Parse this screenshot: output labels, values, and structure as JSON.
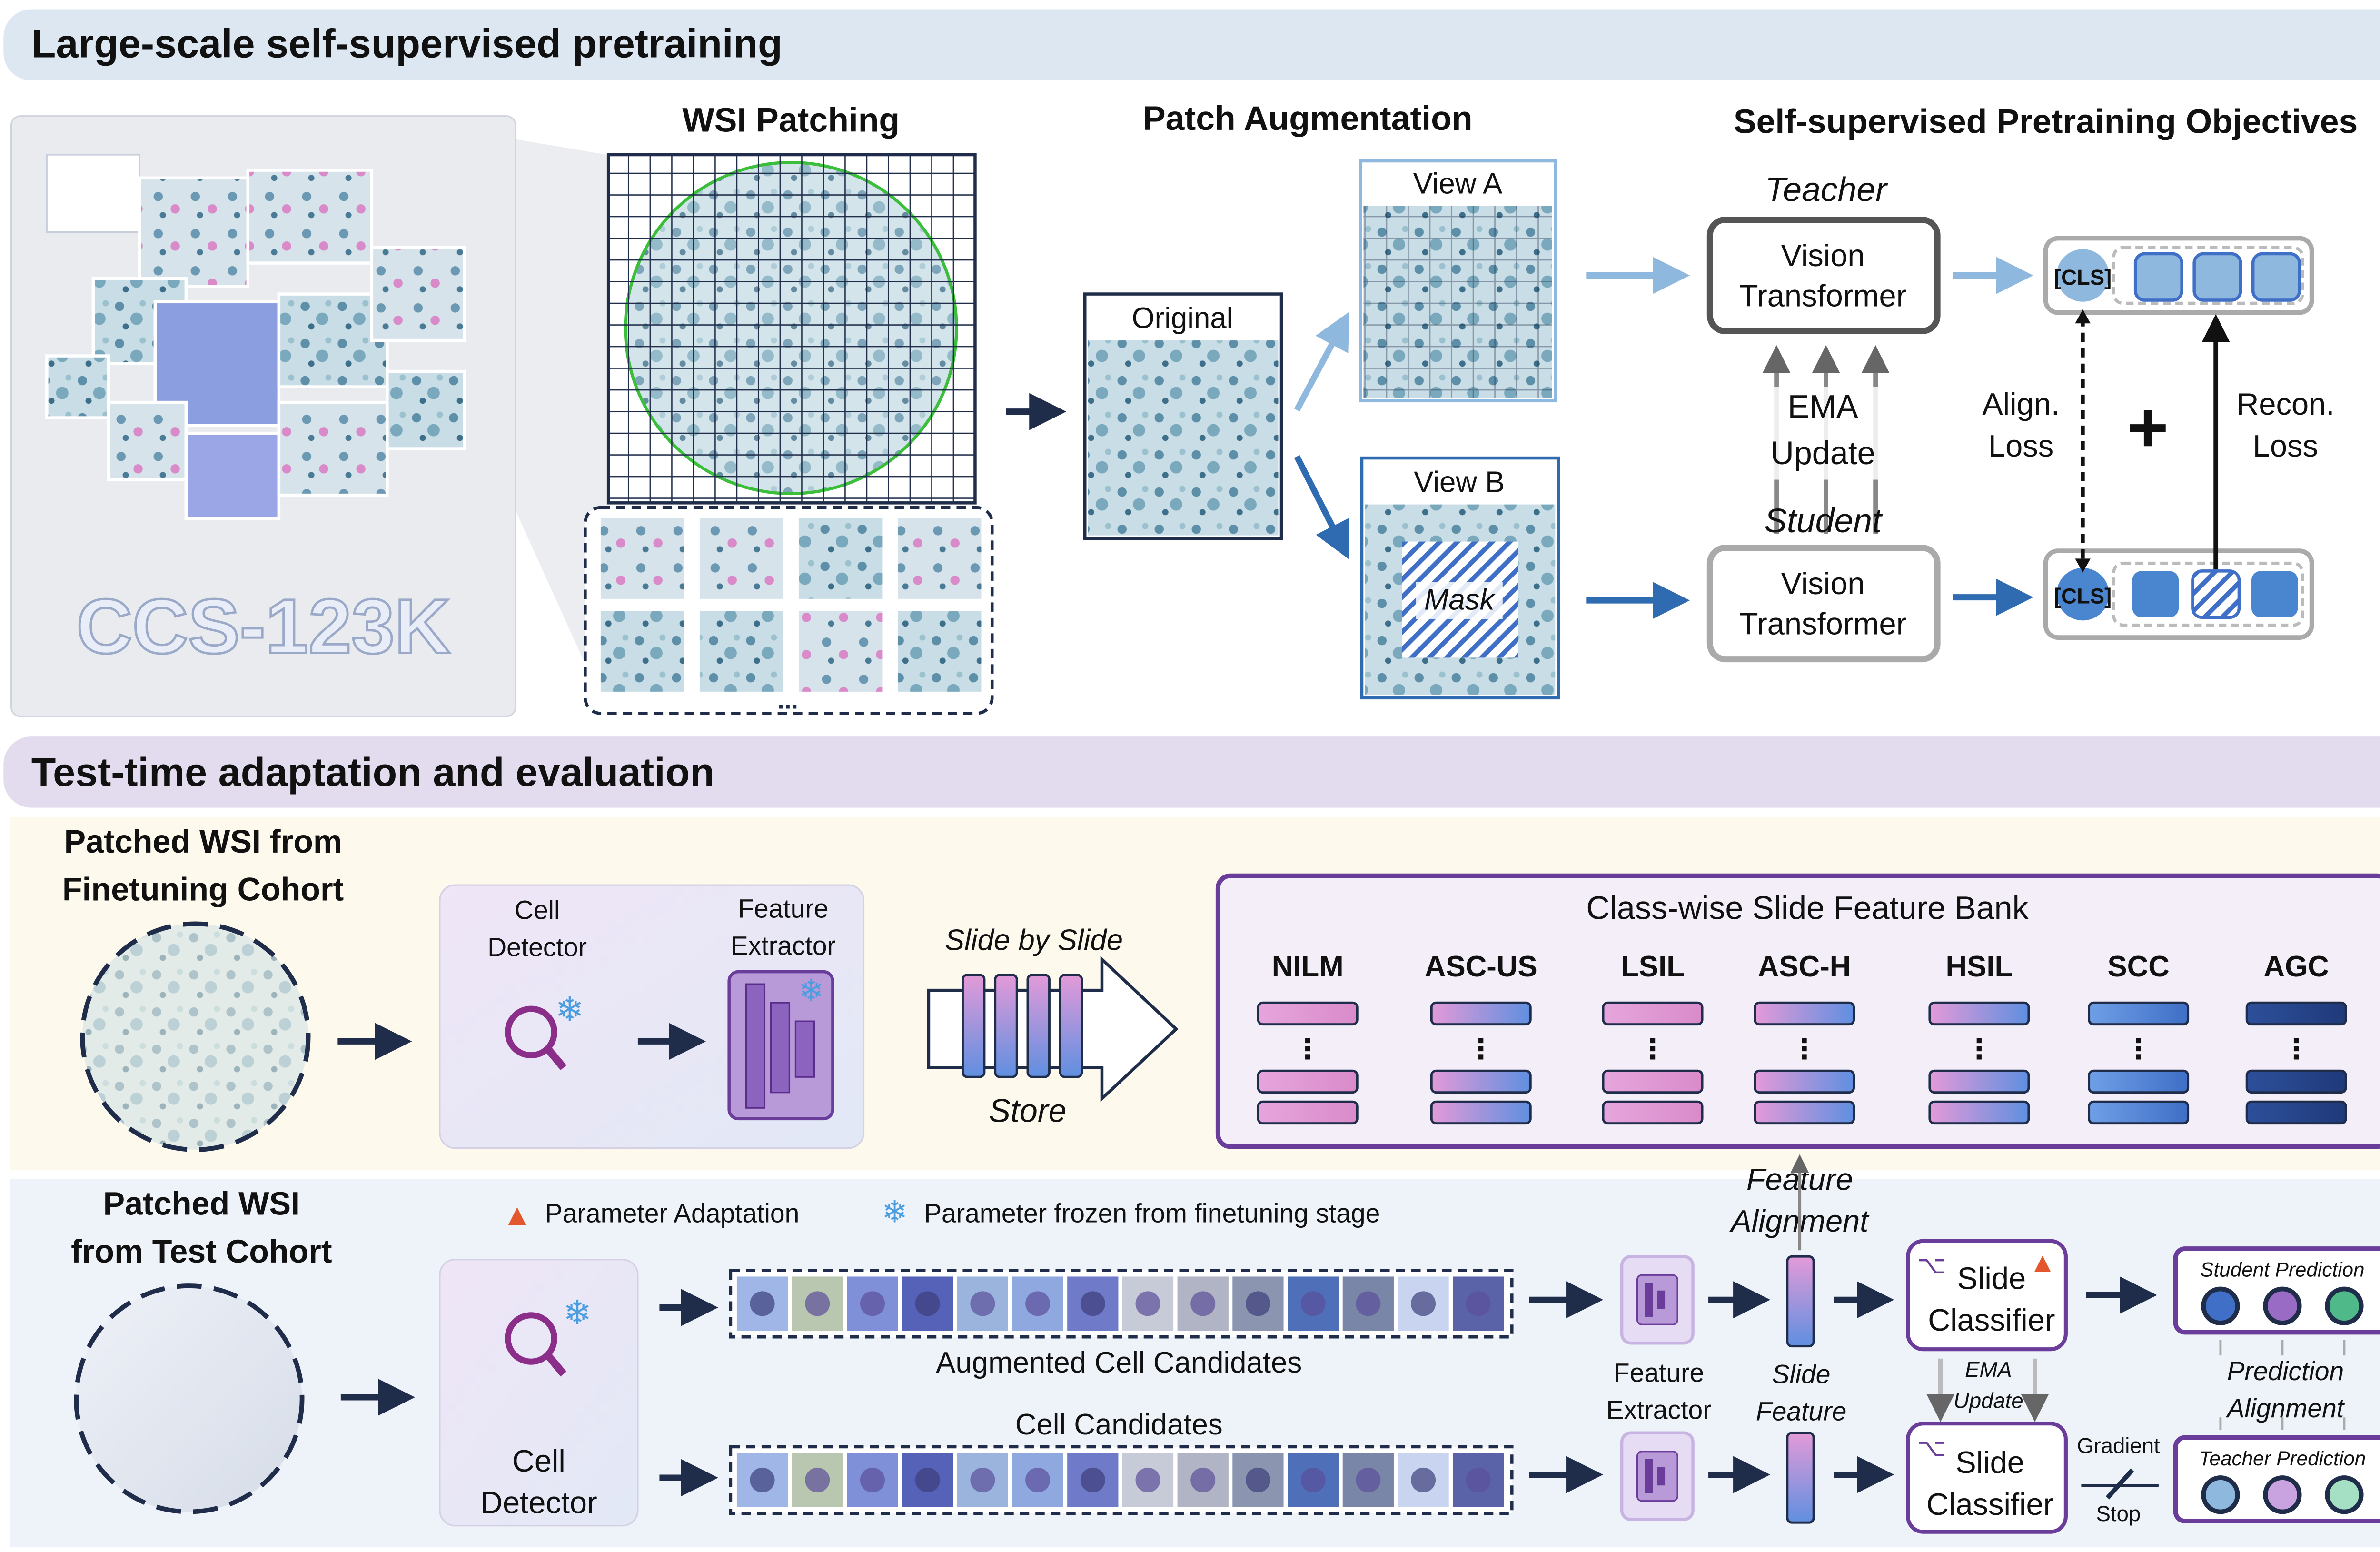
{
  "sections": {
    "pretraining_title": "Large-scale self-supervised pretraining",
    "tta_title": "Test-time adaptation and evaluation"
  },
  "dataset": {
    "name": "CCS-123K"
  },
  "stages": {
    "wsi_patching": "WSI Patching",
    "patch_augmentation": "Patch Augmentation",
    "objectives": "Self-supervised Pretraining Objectives"
  },
  "augmentation": {
    "original": "Original",
    "view_a": "View A",
    "view_b": "View B",
    "mask": "Mask",
    "more": "..."
  },
  "pretrain_model": {
    "teacher": "Teacher",
    "student": "Student",
    "vit_line1": "Vision",
    "vit_line2": "Transformer",
    "ema_line1": "EMA",
    "ema_line2": "Update",
    "cls": "[CLS]",
    "align_line1": "Align.",
    "align_line2": "Loss",
    "recon_line1": "Recon.",
    "recon_line2": "Loss",
    "plus": "+"
  },
  "finetune": {
    "cohort_line1": "Patched WSI from",
    "cohort_line2": "Finetuning Cohort",
    "cell_detector_line1": "Cell",
    "cell_detector_line2": "Detector",
    "feature_extractor_line1": "Feature",
    "feature_extractor_line2": "Extractor",
    "slide_by_slide": "Slide by Slide",
    "store": "Store"
  },
  "feature_bank": {
    "title": "Class-wise Slide Feature Bank",
    "classes": [
      "NILM",
      "ASC-US",
      "LSIL",
      "ASC-H",
      "HSIL",
      "SCC",
      "AGC"
    ],
    "dots": "⋮"
  },
  "test": {
    "cohort_line1": "Patched WSI",
    "cohort_line2": "from Test Cohort",
    "legend_adapt": "Parameter Adaptation",
    "legend_frozen": "Parameter frozen from finetuning stage",
    "cell_detector_line1": "Cell",
    "cell_detector_line2": "Detector",
    "augmented_candidates": "Augmented Cell Candidates",
    "cell_candidates": "Cell Candidates",
    "feature_extractor_line1": "Feature",
    "feature_extractor_line2": "Extractor",
    "slide_feature_line1": "Slide",
    "slide_feature_line2": "Feature",
    "feature_alignment_line1": "Feature",
    "feature_alignment_line2": "Alignment",
    "slide_classifier_line1": "Slide",
    "slide_classifier_line2": "Classifier",
    "ema_line1": "EMA",
    "ema_line2": "Update",
    "gradient": "Gradient",
    "stop": "Stop",
    "student_prediction": "Student Prediction",
    "teacher_prediction": "Teacher Prediction",
    "prediction_alignment_line1": "Prediction",
    "prediction_alignment_line2": "Alignment",
    "more": "..."
  },
  "colors": {
    "navy": "#1f2d4a",
    "blue_arrow": "#2e6bb0",
    "light_blue_arrow": "#8fb8de",
    "purple": "#6a3d9a",
    "pink": "#d98bc9",
    "top_header_bg": "#dde7f2",
    "bottom_header_bg": "#e3dcee",
    "finetune_bg": "#fdf9ec",
    "test_bg": "#eef3fa"
  }
}
